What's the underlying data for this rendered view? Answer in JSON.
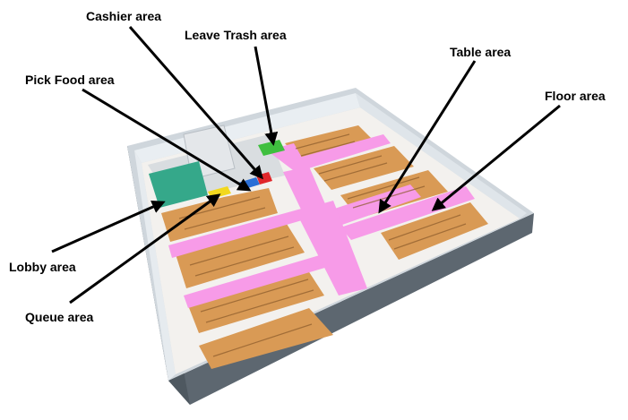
{
  "labels": {
    "cashier": "Cashier area",
    "leave_trash": "Leave Trash area",
    "pick_food": "Pick Food area",
    "table": "Table area",
    "floor": "Floor area",
    "lobby": "Lobby area",
    "queue": "Queue area"
  },
  "colors": {
    "floor_walkway": "#f79be8",
    "table_zone": "#d99a55",
    "lobby": "#35a88a",
    "queue": "#f2d81e",
    "cashier_blue": "#2a6fd6",
    "cashier_red": "#e0262a",
    "leave_trash": "#3fbf3f",
    "wall_outer": "#5d6770",
    "wall_inner": "#e9eef2",
    "arrow": "#000000"
  }
}
